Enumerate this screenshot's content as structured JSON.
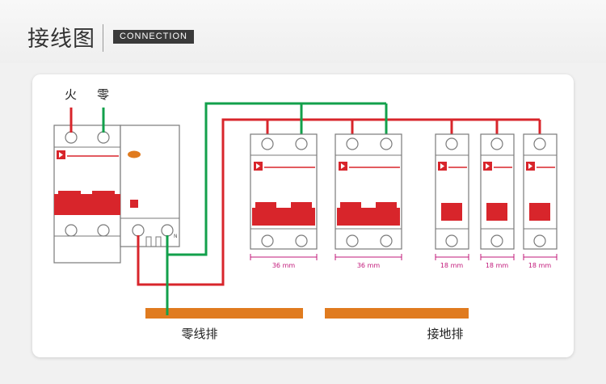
{
  "header": {
    "title": "接线图",
    "subtitle": "CONNECTION"
  },
  "diagram": {
    "live_label": "火",
    "neutral_label": "零",
    "n_marker": "N",
    "neutral_bar_label": "零线排",
    "ground_bar_label": "接地排",
    "breakers": [
      {
        "width_label": "36 mm"
      },
      {
        "width_label": "36 mm"
      },
      {
        "width_label": "18 mm"
      },
      {
        "width_label": "18 mm"
      },
      {
        "width_label": "18 mm"
      }
    ]
  },
  "colors": {
    "live": "#d8252b",
    "neutral": "#12a04b",
    "busbar": "#e07b1f",
    "dimension": "#c2187a",
    "outline": "#7a7a7a"
  }
}
